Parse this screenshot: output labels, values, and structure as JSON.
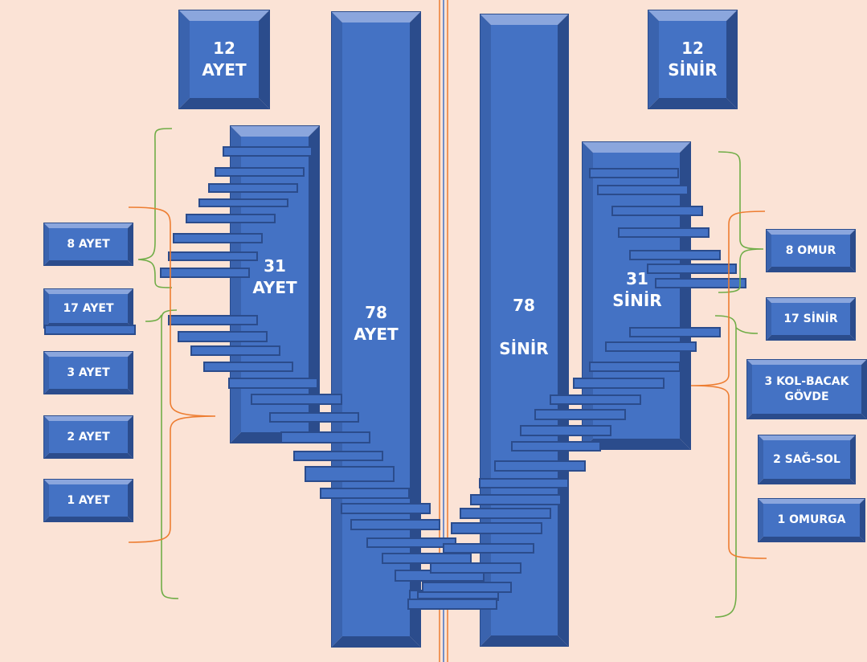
{
  "colors": {
    "background": "#fbe3d6",
    "box_face": "#4472c4",
    "box_bevel_light": "#8ba6dd",
    "box_bevel_mid": "#3a63ae",
    "box_bevel_dark": "#2b4c8c",
    "bracket_green": "#70ad47",
    "bracket_orange": "#ed7d31",
    "center_line_blue": "#4472c4"
  },
  "left": {
    "top_box": "12\nAYET",
    "mid_column": "31\nAYET",
    "long_column": "78\nAYET",
    "groups": [
      "8 AYET",
      "17 AYET",
      "3 AYET",
      "2 AYET",
      "1 AYET"
    ]
  },
  "right": {
    "top_box": "12\nSİNİR",
    "mid_column": "31\nSİNİR",
    "long_column": "78\n\nSİNİR",
    "groups": [
      "8 OMUR",
      "17 SİNİR",
      "3 KOL-BACAK\nGÖVDE",
      "2 SAĞ-SOL",
      "1 OMURGA"
    ]
  }
}
